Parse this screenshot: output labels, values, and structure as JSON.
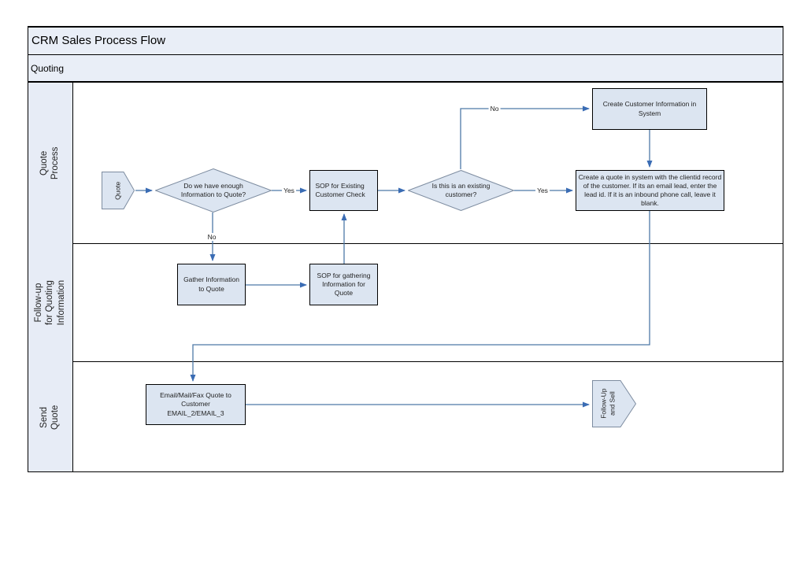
{
  "header": {
    "title": "CRM Sales Process Flow",
    "subtitle": "Quoting"
  },
  "lanes": [
    {
      "label": "Quote Process"
    },
    {
      "label": "Follow-up for Quoting Information"
    },
    {
      "label": "Send Quote"
    }
  ],
  "nodes": {
    "start": "Quote",
    "decision_enough_info": "Do we have enough Information to Quote?",
    "sop_existing": "SOP for Existing Customer Check",
    "decision_existing_customer": "Is this is an existing customer?",
    "create_customer": "Create Customer Information in System",
    "create_quote": "Create a quote in system with the clientid record of the customer. If its an email lead, enter the lead id. If it is an inbound phone call, leave it blank.",
    "gather_info": "Gather Information to Quote",
    "sop_gathering": "SOP for gathering Information for Quote",
    "email_quote_line1": "Email/Mail/Fax Quote to Customer",
    "email_quote_line2": "EMAIL_2/EMAIL_3",
    "followup_sell": "Follow-Up and Sell"
  },
  "edge_labels": {
    "yes_info": "Yes",
    "no_info": "No",
    "no_existing": "No",
    "yes_existing": "Yes"
  },
  "colors": {
    "connector": "#4e79a7",
    "arrowhead": "#3a6cb4",
    "shape_fill": "#dce5f1",
    "shape_outline": "#7d8ca0",
    "header_fill": "#e9eef7",
    "lane_label_fill": "#e7ecf6",
    "grid_border": "#000000"
  }
}
